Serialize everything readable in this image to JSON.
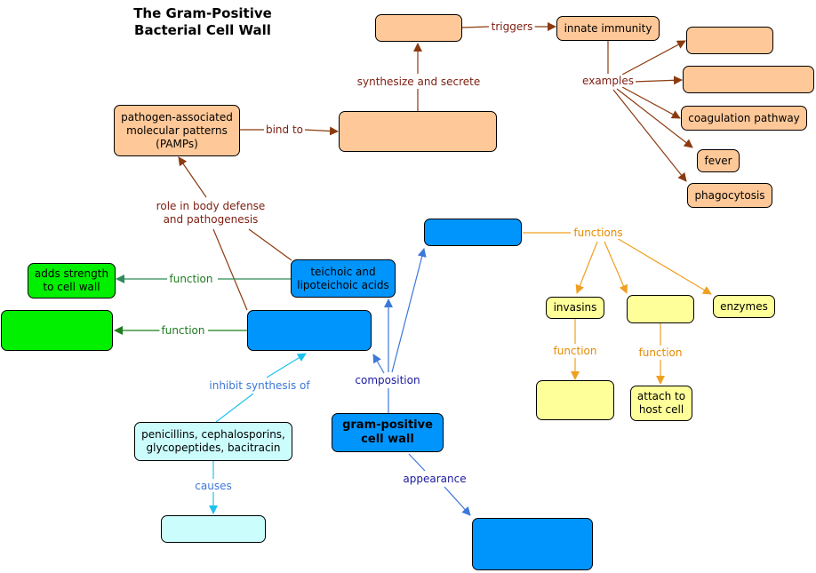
{
  "title_lines": [
    "The Gram-Positive",
    "Bacterial Cell Wall"
  ],
  "nodes": {
    "pamps": "pathogen-associated molecular patterns (PAMPs)",
    "bind_target": "",
    "secreted_top": "",
    "innate_immunity": "innate immunity",
    "example_1": "",
    "example_2": "",
    "coagulation": "coagulation pathway",
    "fever": "fever",
    "phagocytosis": "phagocytosis",
    "teichoic": "teichoic and lipoteichoic acids",
    "adds_strength": "adds strength to cell wall",
    "green_large": "",
    "blue_mid": "",
    "blue_top": "",
    "invasins": "invasins",
    "yellow_mid": "",
    "enzymes": "enzymes",
    "yellow_bottom": "",
    "attach": "attach to host cell",
    "antibiotics": "penicillins, cephalosporins, glycopeptides, bacitracin",
    "cyan_bottom": "",
    "gram_wall": "gram-positive cell wall",
    "blue_bottom": ""
  },
  "links": {
    "bind_to": "bind to",
    "synthesize": "synthesize and secrete",
    "triggers": "triggers",
    "examples": "examples",
    "role": "role in body defense\nand pathogenesis",
    "function_teichoic": "function",
    "function_blue": "function",
    "functions_top": "functions",
    "function_invasins": "function",
    "function_yellow": "function",
    "inhibit": "inhibit synthesis of",
    "causes": "causes",
    "composition": "composition",
    "appearance": "appearance"
  },
  "colors": {
    "peach": "#ffc898",
    "blue": "#0095fc",
    "green": "#00f000",
    "yellow": "#ffff9a",
    "cyan": "#ccfdfd",
    "edge_brown": "#8b3a0f",
    "edge_orange": "#f0a020",
    "edge_green": "#2e8b57",
    "edge_dkgreen": "#1e7d1e",
    "edge_blue": "#3c78d8",
    "edge_cyan": "#1ec0f0"
  }
}
